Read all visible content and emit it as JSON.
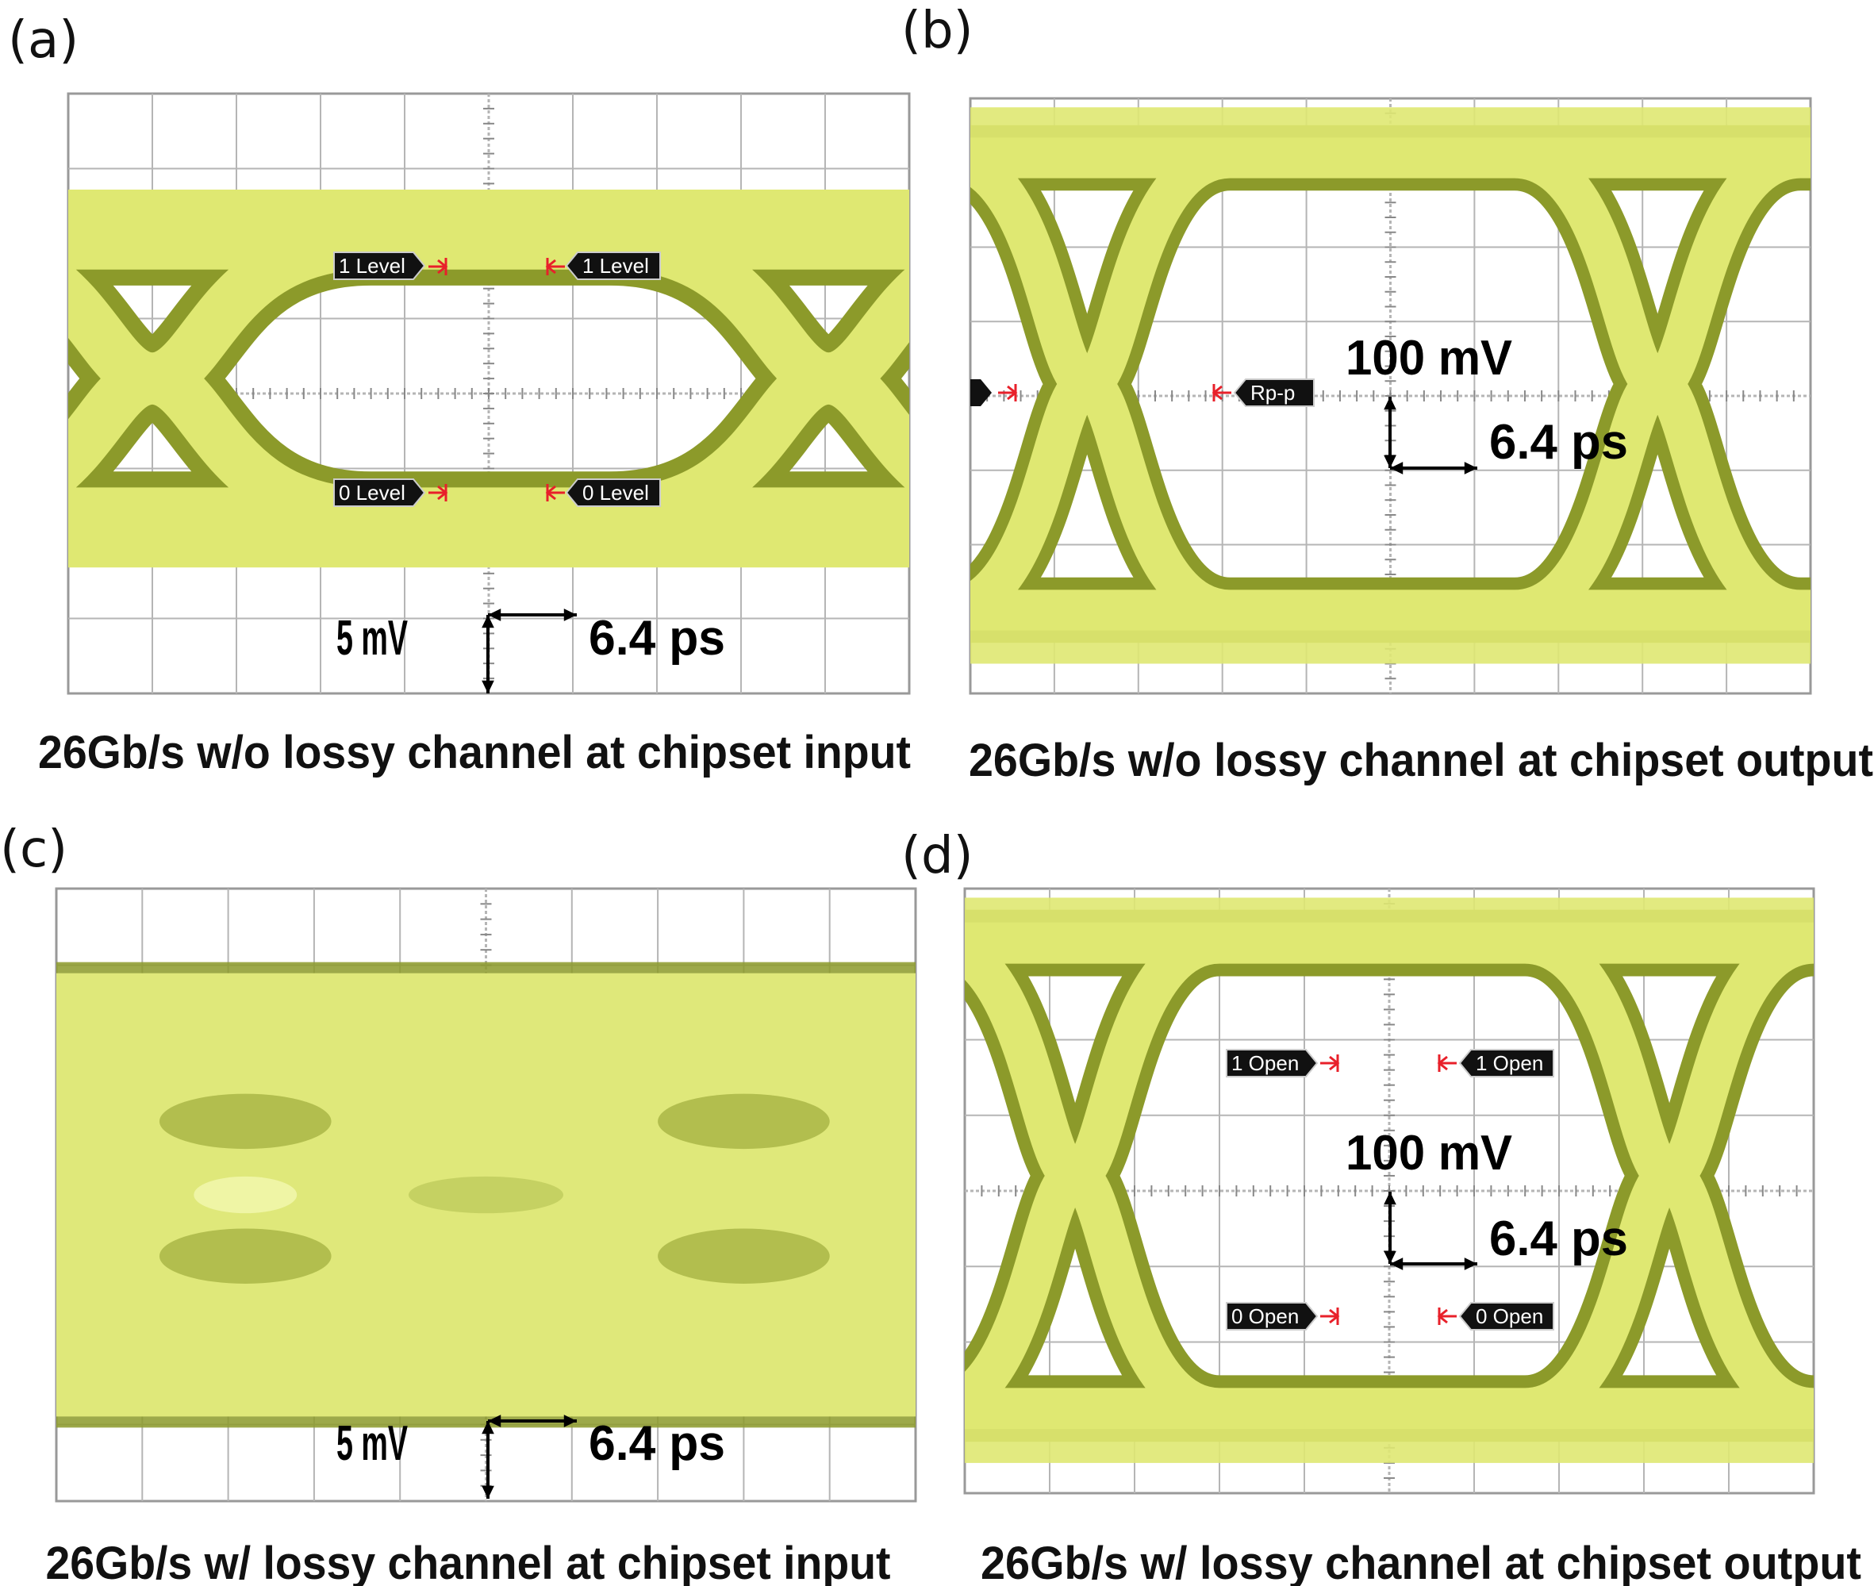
{
  "colors": {
    "trace_light": "#dfe872",
    "trace_dark": "#8c9a2a",
    "grid": "#b5b5b5",
    "marker_red": "#e8202a",
    "tag_bg": "#111111"
  },
  "panels": [
    {
      "id": "a",
      "letter": "(a)",
      "caption": "26Gb/s w/o lossy channel at chipset input",
      "vscale": "5 mV",
      "hscale": "6.4 ps",
      "markers": [
        "1 Level",
        "1 Level",
        "0 Level",
        "0 Level"
      ]
    },
    {
      "id": "b",
      "letter": "(b)",
      "caption": "26Gb/s w/o lossy channel at chipset output",
      "vscale": "100  mV",
      "hscale": "6.4  ps",
      "markers": [
        "Rp-p"
      ]
    },
    {
      "id": "c",
      "letter": "(c)",
      "caption": "26Gb/s w/ lossy channel at chipset input",
      "vscale": "5 mV",
      "hscale": "6.4  ps",
      "markers": []
    },
    {
      "id": "d",
      "letter": "(d)",
      "caption": "26Gb/s w/ lossy channel at chipset output",
      "vscale": "100  mV",
      "hscale": "6.4  ps",
      "markers": [
        "1 Open",
        "1 Open",
        "0 Open",
        "0 Open"
      ]
    }
  ]
}
